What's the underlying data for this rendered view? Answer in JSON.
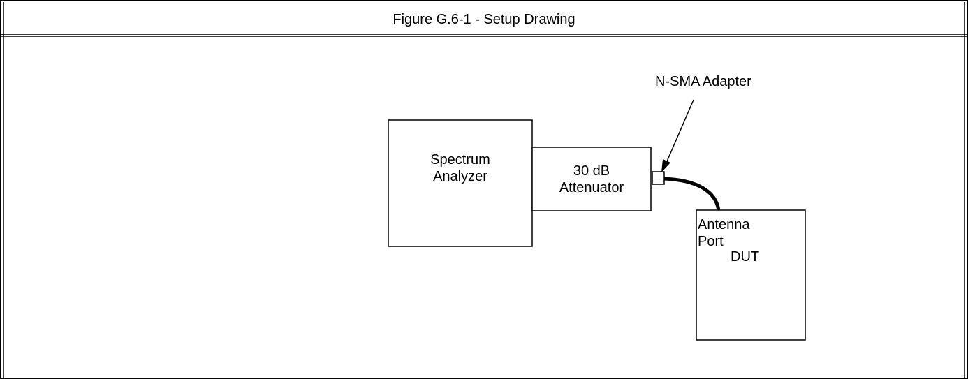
{
  "figure": {
    "title": "Figure G.6-1 - Setup Drawing"
  },
  "diagram": {
    "spectrum_analyzer": {
      "line1": "Spectrum",
      "line2": "Analyzer"
    },
    "attenuator": {
      "line1": "30 dB",
      "line2": "Attenuator"
    },
    "adapter_label": "N-SMA Adapter",
    "dut": {
      "port_line1": "Antenna",
      "port_line2": "Port",
      "name": "DUT"
    }
  }
}
